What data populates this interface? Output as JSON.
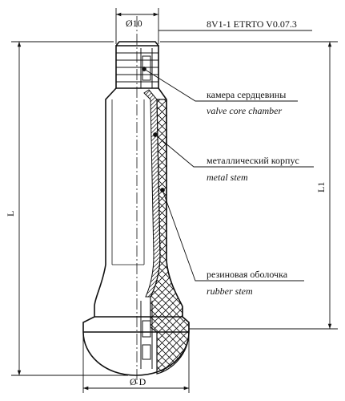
{
  "spec": "8V1-1 ETRTO V0.07.3",
  "dimensions": {
    "top_diameter": "Ø10",
    "base_diameter": "Ø D",
    "total_length": "L",
    "length_l1": "L1"
  },
  "callouts": [
    {
      "ru": "камера сердцевины",
      "en": "valve core chamber"
    },
    {
      "ru": "металлический корпус",
      "en": "metal stem"
    },
    {
      "ru": "резиновая оболочка",
      "en": "rubber stem"
    }
  ],
  "colors": {
    "line": "#111111",
    "background": "#ffffff"
  }
}
